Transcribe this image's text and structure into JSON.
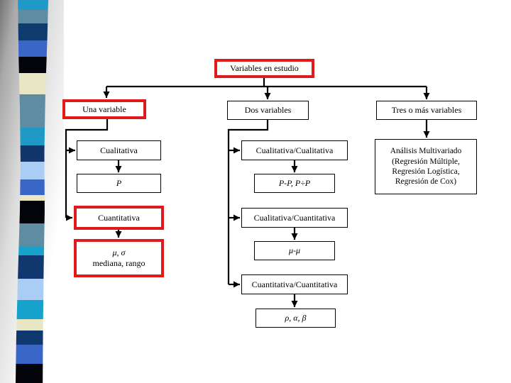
{
  "slide": {
    "title_box": "Variables en estudio",
    "level1": {
      "una": "Una variable",
      "dos": "Dos variables",
      "tres": "Tres o más variables"
    },
    "una_branch": {
      "cualitativa": "Cualitativa",
      "p": "P",
      "cuantitativa": "Cuantitativa",
      "mu_sigma_line1": "μ, σ",
      "mu_sigma_line2": "mediana, rango"
    },
    "dos_branch": {
      "cual_cual": "Cualitativa/Cualitativa",
      "p_p": "P-P, P÷P",
      "cual_cuant": "Cualitativa/Cuantitativa",
      "mu_mu": "μ-μ",
      "cuant_cuant": "Cuantitativa/Cuantitativa",
      "rho_alpha_beta": "ρ, α, β"
    },
    "tres_branch": {
      "multivariado_line1": "Análisis Multivariado",
      "multivariado_line2": "(Regresión Múltiple,",
      "multivariado_line3": "Regresión Logística,",
      "multivariado_line4": "Regresión de Cox)"
    },
    "colors": {
      "highlight_border": "#e01a1a",
      "box_border": "#000000",
      "connector": "#000000",
      "background": "#ffffff"
    }
  },
  "decoration": {
    "left_stripe_segments": [
      {
        "color": "#1f9ac6",
        "h": 14
      },
      {
        "color": "#5e8ca3",
        "h": 19
      },
      {
        "color": "#0f3a70",
        "h": 24
      },
      {
        "color": "#3a66c8",
        "h": 23
      },
      {
        "color": "#020409",
        "h": 23
      },
      {
        "color": "#e9e6c4",
        "h": 30
      },
      {
        "color": "#5e8ca3",
        "h": 47
      },
      {
        "color": "#1f9ac6",
        "h": 25
      },
      {
        "color": "#12366b",
        "h": 23
      },
      {
        "color": "#a9cdf4",
        "h": 25
      },
      {
        "color": "#3a66c8",
        "h": 22
      },
      {
        "color": "#e9e6c4",
        "h": 8
      },
      {
        "color": "#020409",
        "h": 32
      },
      {
        "color": "#5e8ca3",
        "h": 32
      },
      {
        "color": "#17a2cc",
        "h": 13
      },
      {
        "color": "#10386e",
        "h": 33
      },
      {
        "color": "#a9cdf4",
        "h": 30
      },
      {
        "color": "#17a2cc",
        "h": 27
      },
      {
        "color": "#e9e6c4",
        "h": 16
      },
      {
        "color": "#10386e",
        "h": 20
      },
      {
        "color": "#3a66c8",
        "h": 27
      },
      {
        "color": "#020409",
        "h": 27
      }
    ]
  }
}
